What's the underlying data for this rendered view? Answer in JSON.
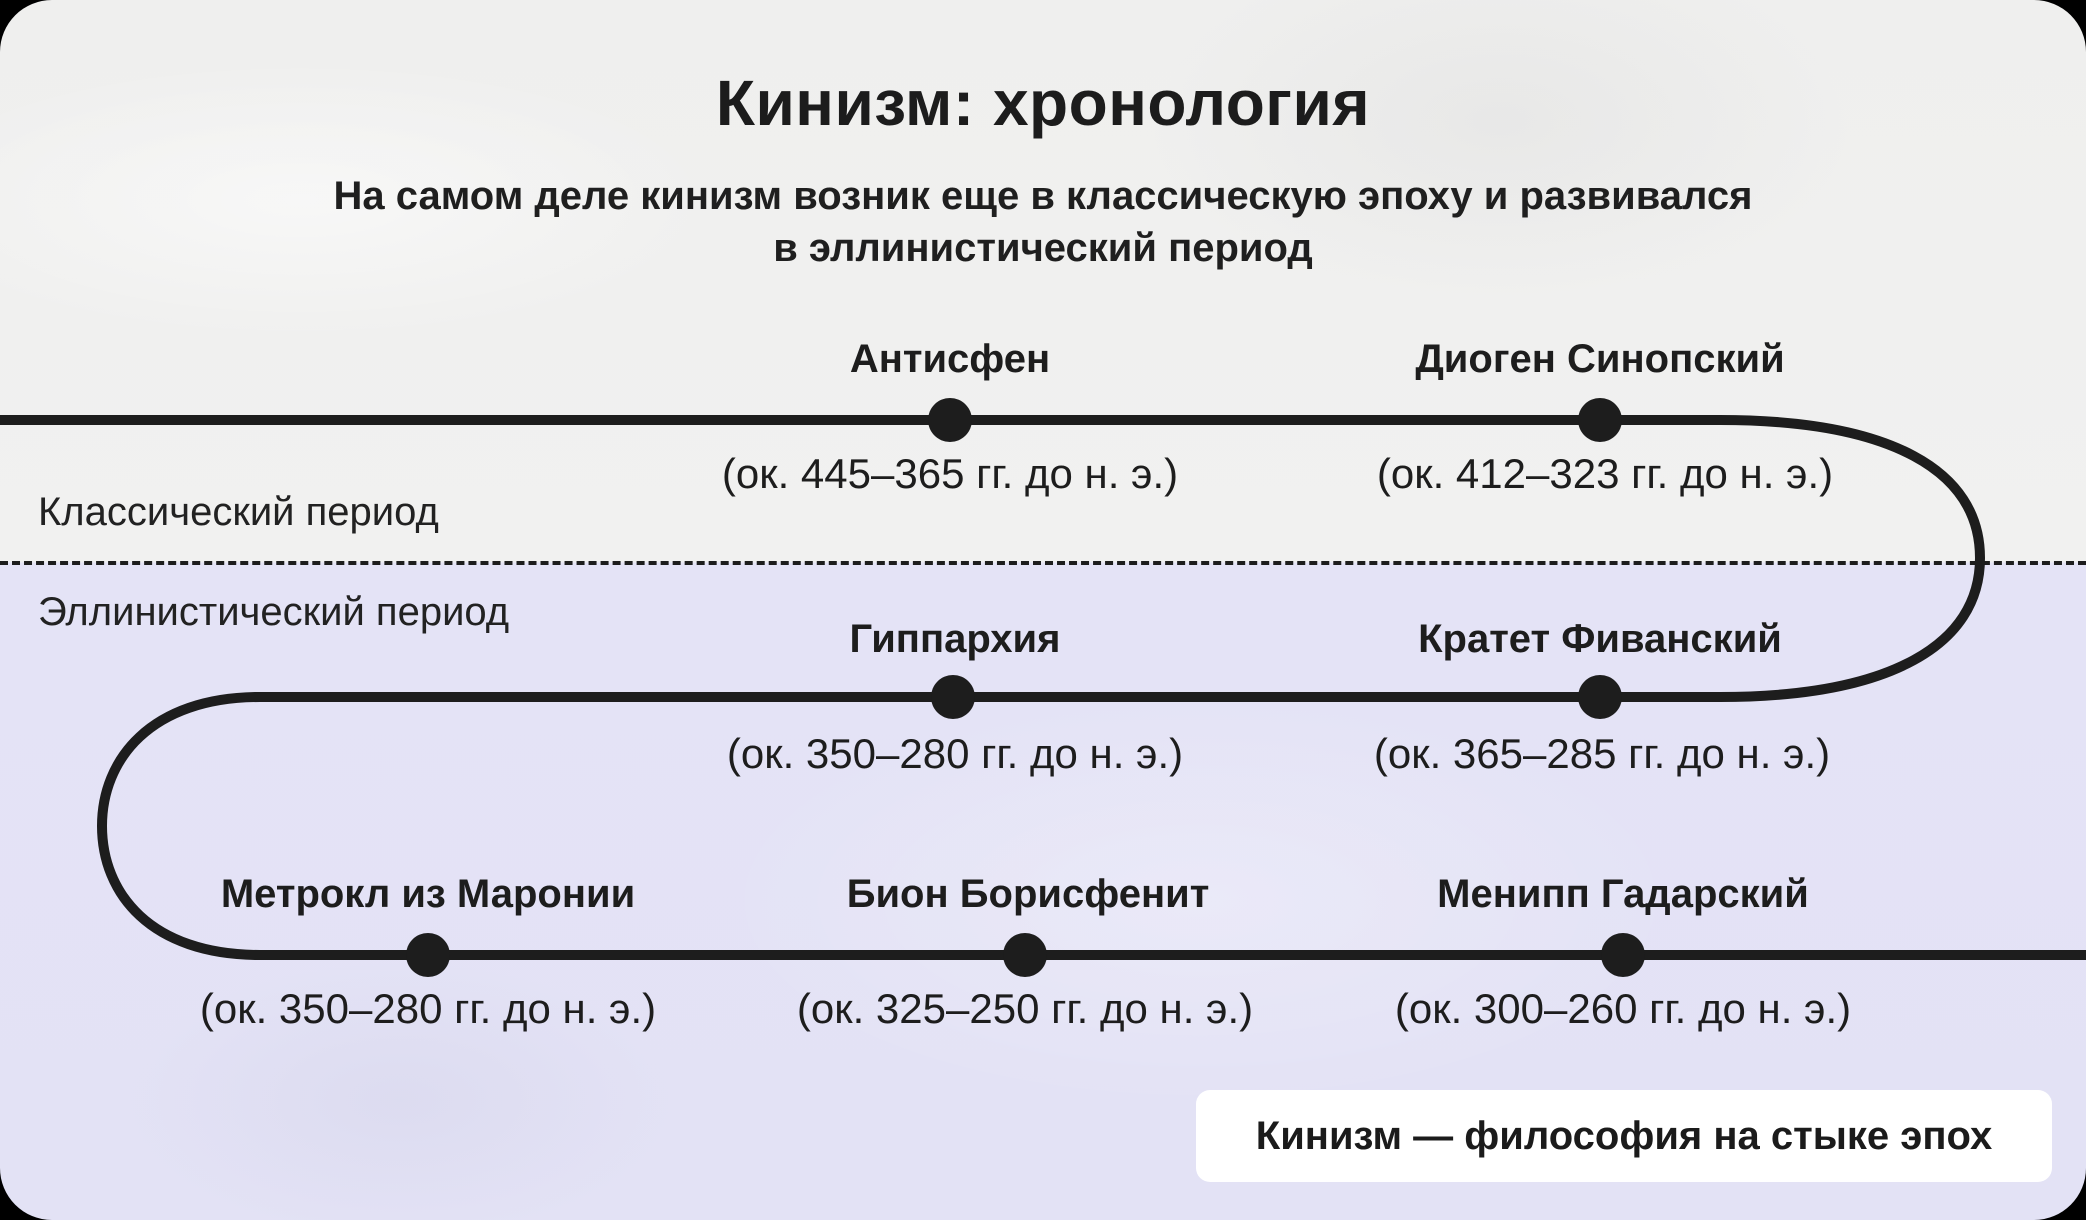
{
  "header": {
    "title": "Кинизм: хронология",
    "subtitle_line1": "На самом деле кинизм возник еще в классическую эпоху и развивался",
    "subtitle_line2": "в эллинистический период"
  },
  "periods": {
    "classical": "Классический период",
    "hellenistic": "Эллинистический период"
  },
  "events": [
    {
      "name": "Антисфен",
      "dates": "(ок. 445–365 гг. до н. э.)",
      "row": 1,
      "period": "classical"
    },
    {
      "name": "Диоген Синопский",
      "dates": "(ок. 412–323 гг. до н. э.)",
      "row": 1,
      "period": "classical"
    },
    {
      "name": "Гиппархия",
      "dates": "(ок. 350–280 гг. до н. э.)",
      "row": 2,
      "period": "hellenistic"
    },
    {
      "name": "Кратет Фиванский",
      "dates": "(ок. 365–285 гг. до н. э.)",
      "row": 2,
      "period": "hellenistic"
    },
    {
      "name": "Метрокл из Маронии",
      "dates": "(ок. 350–280 гг. до н. э.)",
      "row": 3,
      "period": "hellenistic"
    },
    {
      "name": "Бион Борисфенит",
      "dates": "(ок. 325–250 гг. до н. э.)",
      "row": 3,
      "period": "hellenistic"
    },
    {
      "name": "Менипп Гадарский",
      "dates": "(ок. 300–260 гг. до н. э.)",
      "row": 3,
      "period": "hellenistic"
    }
  ],
  "footer": {
    "badge_text": "Кинизм — философия на стыке эпох"
  },
  "colors": {
    "classical_bg": "#efefee",
    "hellenistic_bg": "#e3e2f5",
    "line": "#1d1d1d",
    "badge_bg": "#ffffff"
  }
}
